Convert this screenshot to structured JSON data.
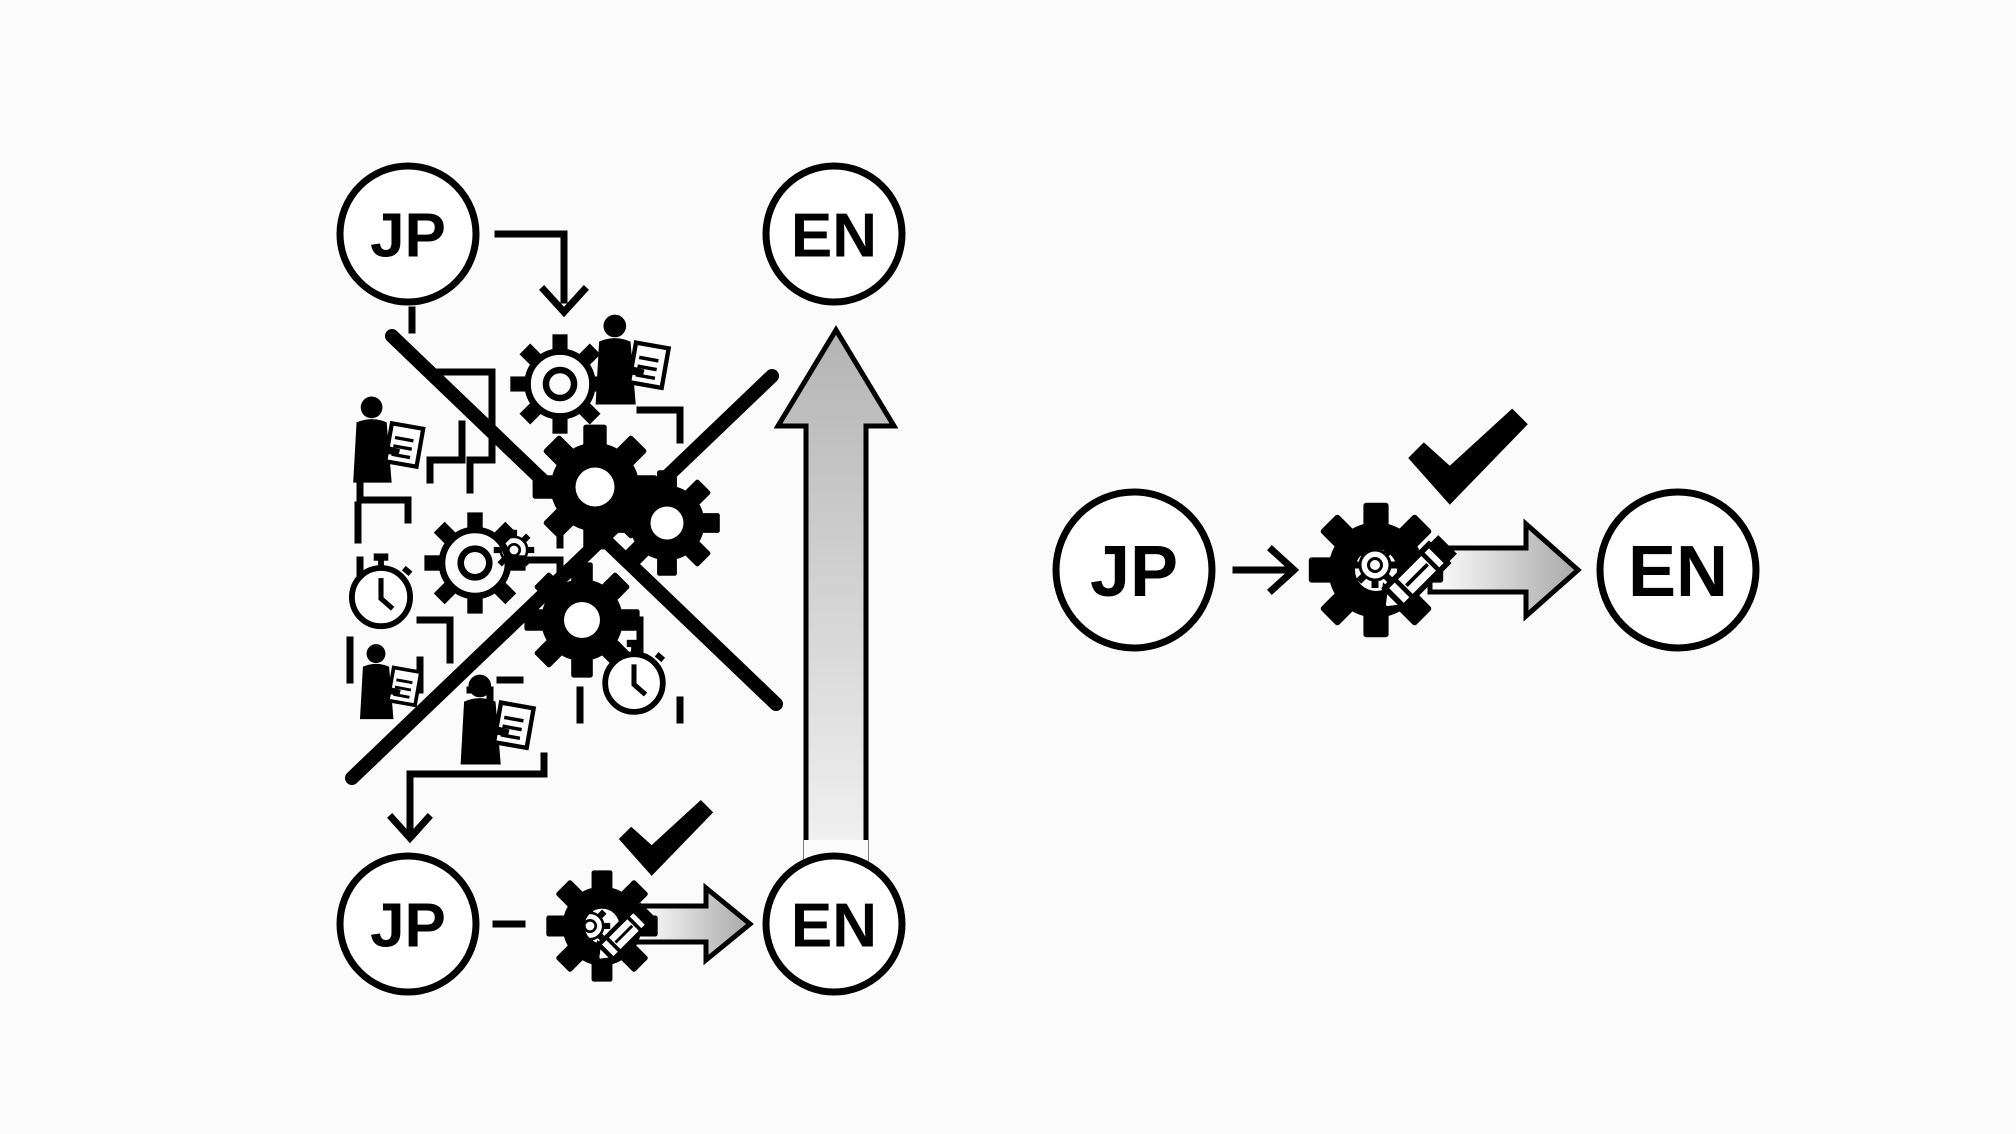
{
  "colors": {
    "background": "#fbfbfb",
    "ink": "#000000",
    "arrow_fill_top": "#b4b4b4",
    "arrow_fill_bottom": "#f2f2f2"
  },
  "left_panel": {
    "top_source": {
      "label": "JP"
    },
    "top_target": {
      "label": "EN"
    },
    "bottom_source": {
      "label": "JP"
    },
    "bottom_target": {
      "label": "EN"
    },
    "crossed_out": true,
    "complex_process_icons": [
      "gear-icon",
      "person-with-document-icon",
      "stopwatch-icon"
    ],
    "direct_process_icons": [
      "gear-with-pencil-icon",
      "checkmark-icon"
    ]
  },
  "right_panel": {
    "source": {
      "label": "JP"
    },
    "target": {
      "label": "EN"
    },
    "process_icons": [
      "gear-with-pencil-icon",
      "checkmark-icon"
    ]
  }
}
